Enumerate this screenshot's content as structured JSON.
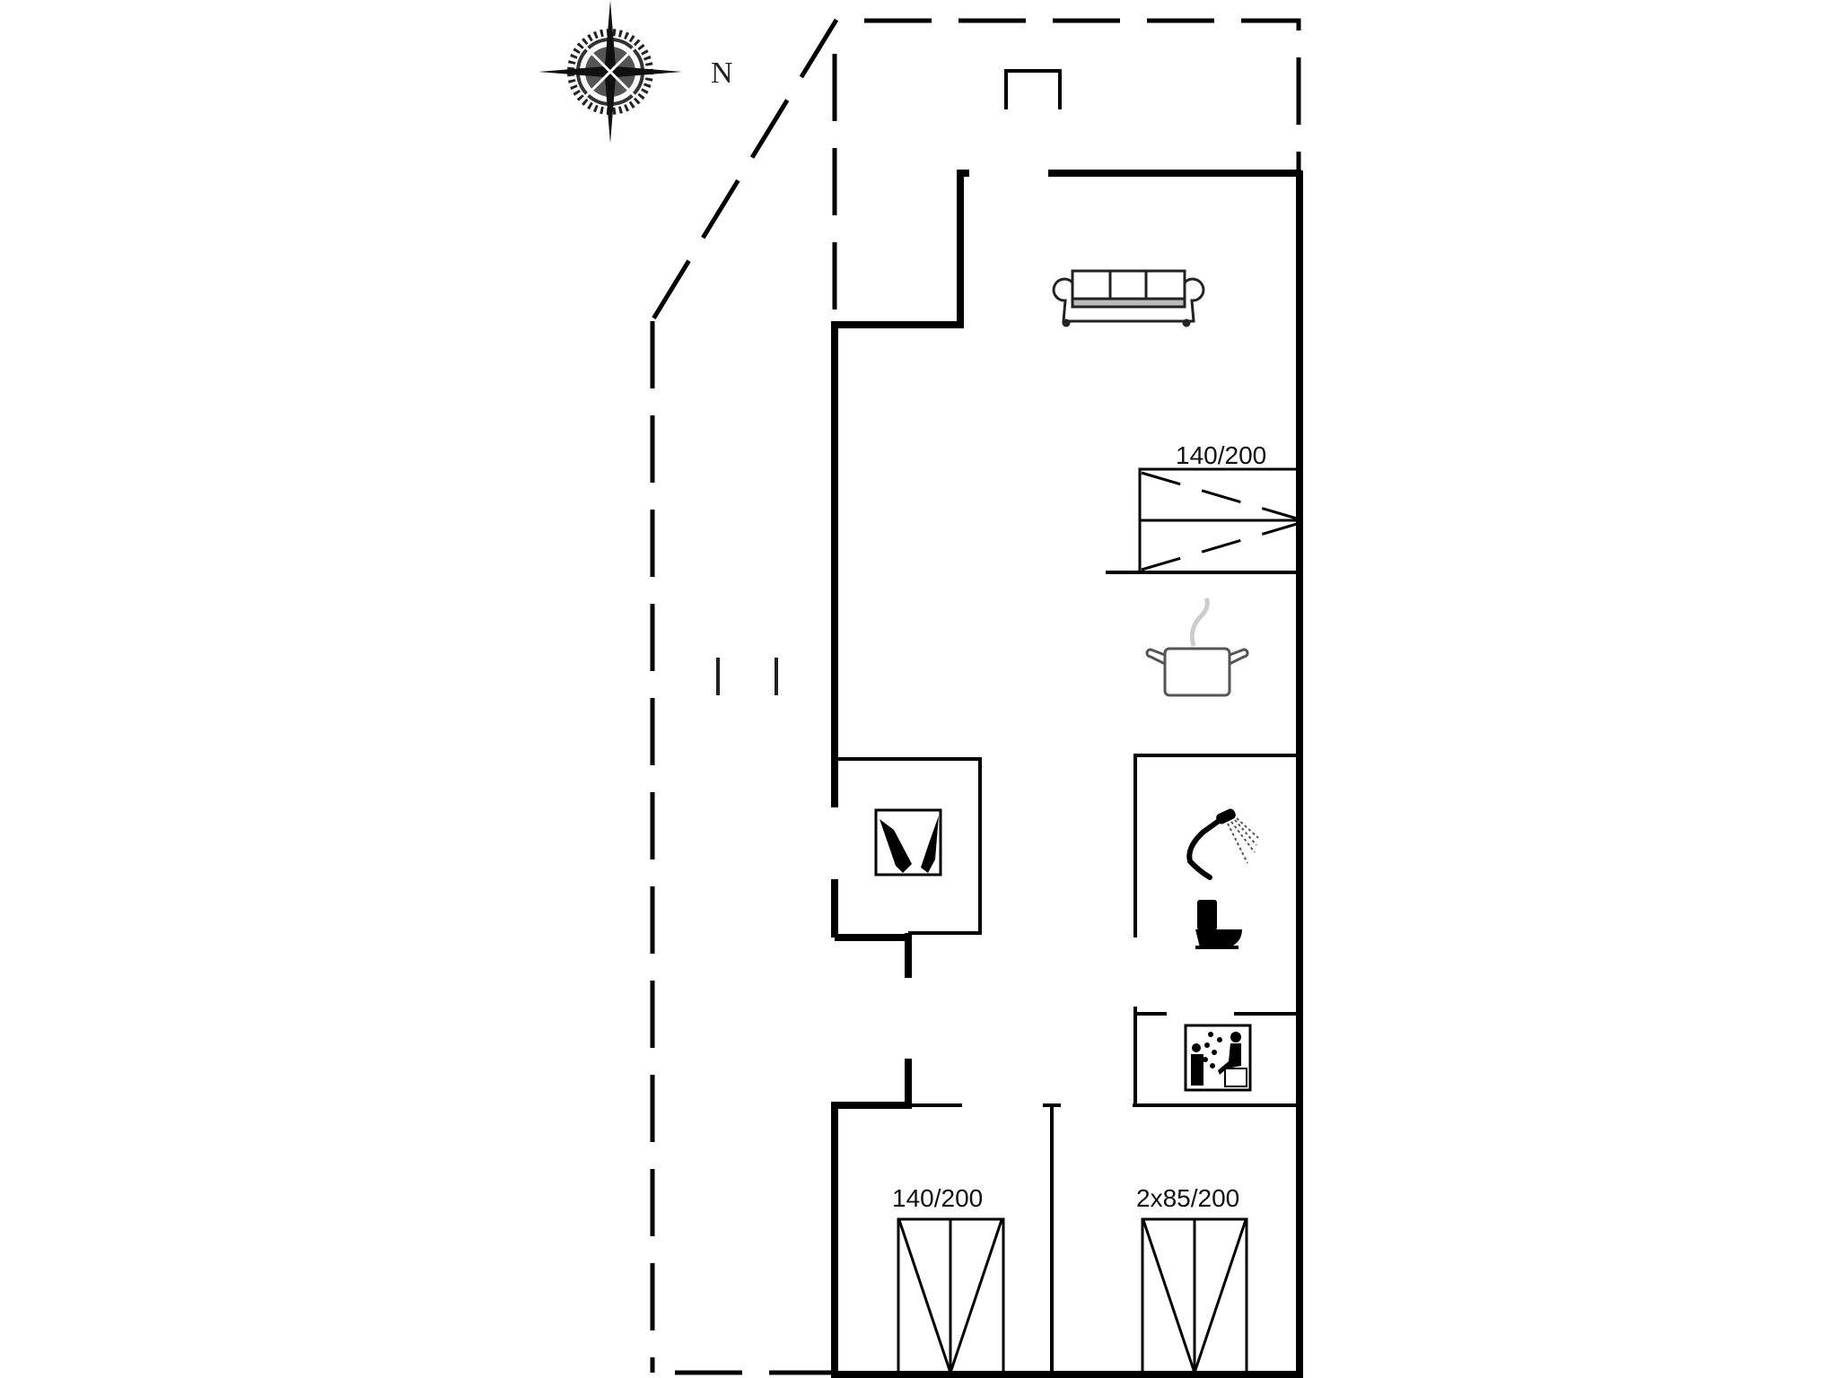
{
  "floorplan": {
    "compass": {
      "label": "N",
      "icon": "compass-rose-icon"
    },
    "rooms": [
      {
        "name": "living-room",
        "icon": "sofa-icon"
      },
      {
        "name": "bedroom-1",
        "bed_label": "140/200",
        "icon": "bed-icon"
      },
      {
        "name": "kitchen",
        "icon": "cooking-pot-icon"
      },
      {
        "name": "utility-room",
        "icon": "washing-icon"
      },
      {
        "name": "bathroom",
        "icons": [
          "shower-icon",
          "toilet-icon"
        ]
      },
      {
        "name": "sauna",
        "icon": "sauna-icon"
      },
      {
        "name": "bedroom-2",
        "bed_label": "140/200",
        "icon": "bed-icon"
      },
      {
        "name": "bedroom-3",
        "bed_label": "2x85/200",
        "icon": "bed-icon"
      }
    ],
    "colors": {
      "wall": "#000000",
      "background": "#ffffff",
      "steam": "#cccccc"
    }
  }
}
